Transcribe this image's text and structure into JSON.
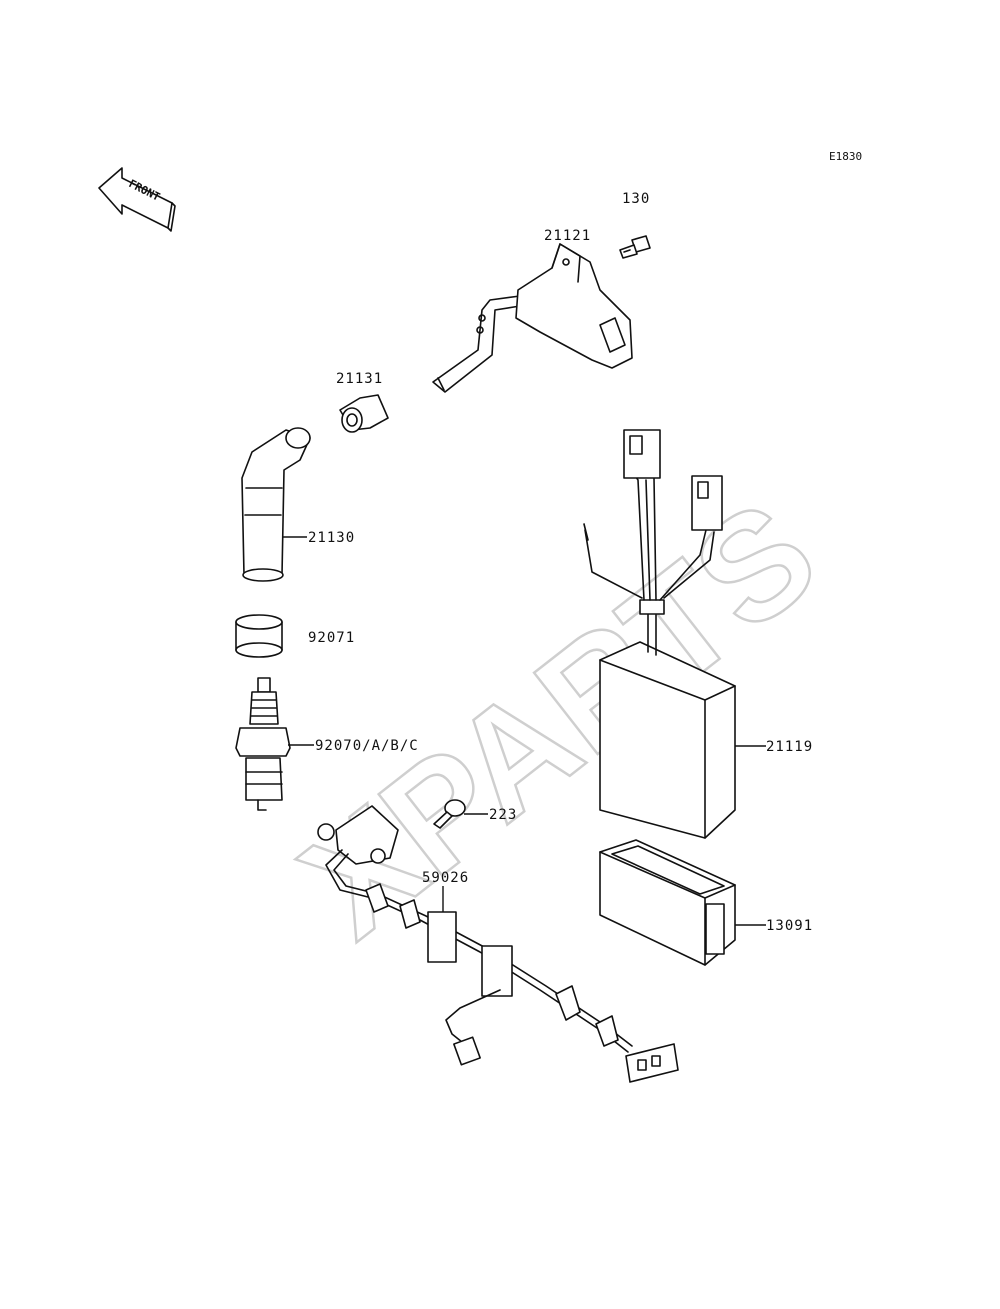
{
  "diagram": {
    "code": "E1830",
    "watermark": "XPARTS",
    "front_label": "FRONT",
    "parts": [
      {
        "id": "130",
        "label": "130"
      },
      {
        "id": "21121",
        "label": "21121"
      },
      {
        "id": "21131",
        "label": "21131"
      },
      {
        "id": "21130",
        "label": "21130"
      },
      {
        "id": "92071",
        "label": "92071"
      },
      {
        "id": "92070",
        "label": "92070/A/B/C"
      },
      {
        "id": "21119",
        "label": "21119"
      },
      {
        "id": "223",
        "label": "223"
      },
      {
        "id": "59026",
        "label": "59026"
      },
      {
        "id": "13091",
        "label": "13091"
      }
    ]
  }
}
